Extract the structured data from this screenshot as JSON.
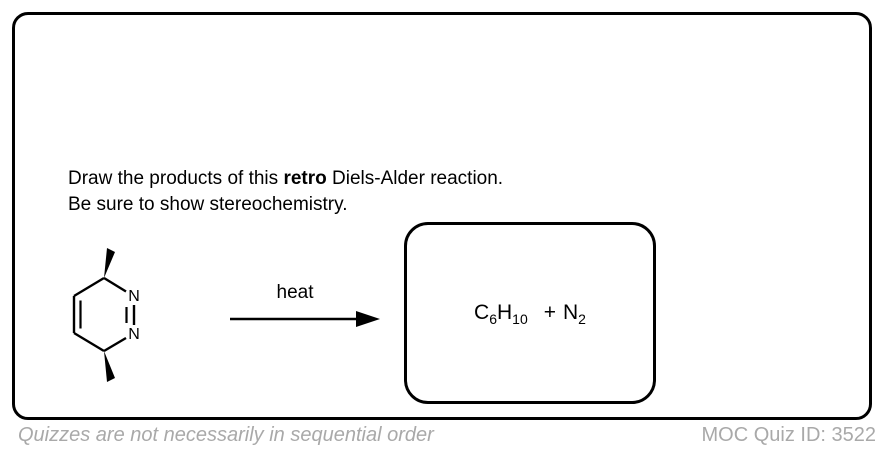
{
  "question": {
    "line1_pre": "Draw the products of this ",
    "line1_bold": "retro",
    "line1_post": " Diels-Alder reaction.",
    "line2": "Be sure to show stereochemistry."
  },
  "scheme": {
    "heat_label": "heat",
    "atoms": {
      "n_top": "N",
      "n_bottom": "N"
    }
  },
  "answer": {
    "c": "C",
    "c_sub": "6",
    "h": "H",
    "h_sub": "10",
    "plus": "+",
    "n": "N",
    "n_sub": "2"
  },
  "footer": {
    "left": "Quizzes are not necessarily in sequential order",
    "right": "MOC Quiz ID: 3522"
  },
  "colors": {
    "ink": "#000000",
    "muted": "#a9a9a9"
  }
}
